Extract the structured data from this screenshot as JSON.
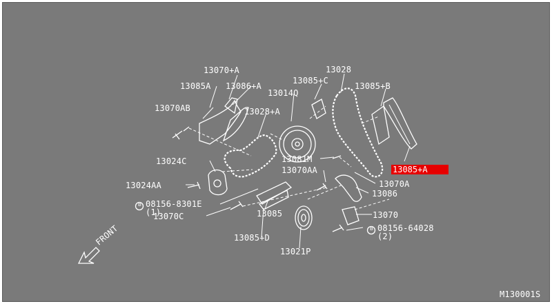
{
  "diagram": {
    "callouts": {
      "p13070A_top": "13070+A",
      "p13085A": "13085A",
      "p13086A": "13086+A",
      "p13070AB": "13070AB",
      "p13028A": "13028+A",
      "p13014Q": "13014Q",
      "p13085C": "13085+C",
      "p13028": "13028",
      "p13085B": "13085+B",
      "p13085A_hl": "13085+A",
      "p13024C": "13024C",
      "p13081M": "13081M",
      "p13070AA": "13070AA",
      "p13070A": "13070A",
      "p13024AA": "13024AA",
      "p13086": "13086",
      "bolt_8301E": "08156-8301E",
      "qty_1": "(1)",
      "p13070C": "13070C",
      "p13085": "13085",
      "p13070": "13070",
      "bolt_64028": "08156-64028",
      "qty_2": "(2)",
      "p13085D": "13085+D",
      "p13021P": "13021P"
    },
    "bolt_prefix": "B",
    "front_label": "FRONT",
    "figure_code": "M130001S",
    "highlight_color": "#e60000",
    "background_color": "#7a7a7a"
  }
}
